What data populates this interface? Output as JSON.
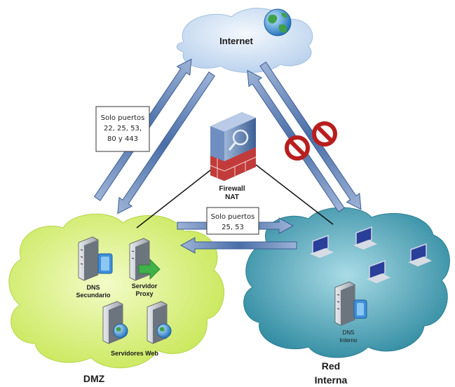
{
  "internet": {
    "label": "Internet"
  },
  "firewall": {
    "label_line1": "Firewall",
    "label_line2": "NAT"
  },
  "rule_dmz_internet": {
    "line1": "Solo puertos",
    "line2": "22, 25, 53,",
    "line3": "80 y 443"
  },
  "rule_internal_dmz": {
    "line1": "Solo puertos",
    "line2": "25, 53"
  },
  "dmz": {
    "label": "DMZ",
    "dns_secondary": {
      "line1": "DNS",
      "line2": "Secundario"
    },
    "proxy": {
      "line1": "Servidor",
      "line2": "Proxy"
    },
    "web_servers": "Servidores Web"
  },
  "internal": {
    "label_line1": "Red",
    "label_line2": "Interna",
    "dns_internal": {
      "line1": "DNS",
      "line2": "Interno"
    }
  },
  "colors": {
    "internet_cloud": "#cfe0f3",
    "dmz_cloud": "#d9f07a",
    "internal_cloud": "#3f9bb0",
    "arrow": "#5577b0",
    "firewall_brick": "#c23b3b",
    "no_sign": "#b81e1e"
  }
}
